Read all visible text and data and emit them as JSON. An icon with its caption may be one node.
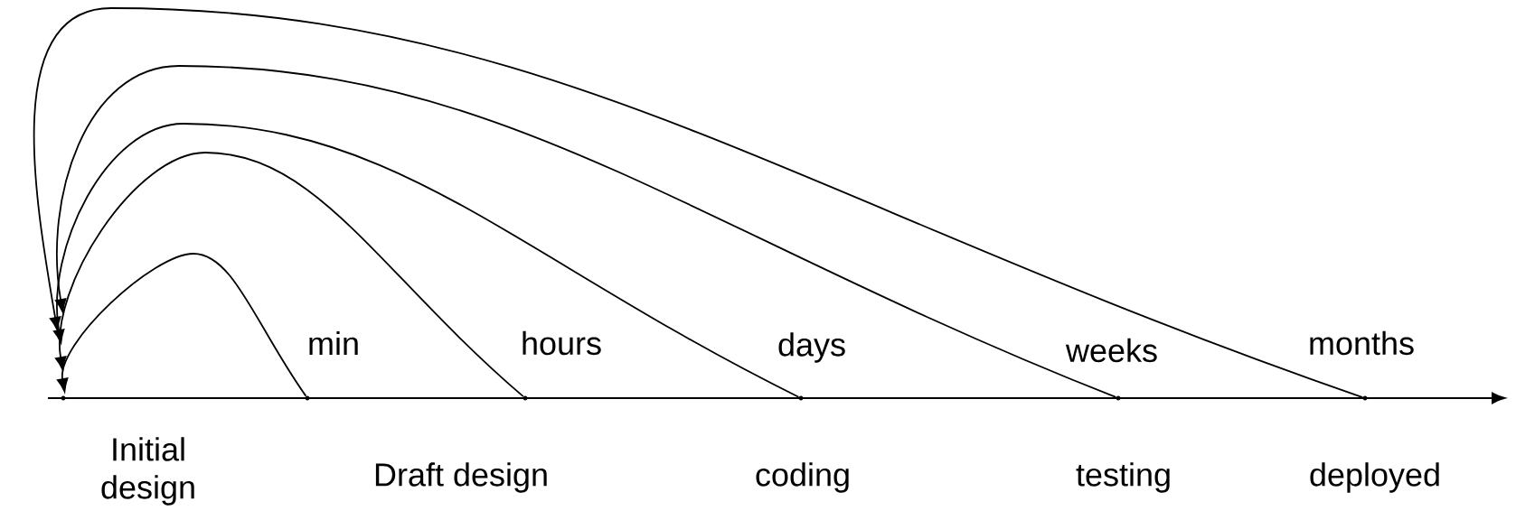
{
  "diagram": {
    "nodes": [
      {
        "text": [],
        "shape": "point"
      },
      {
        "text": [],
        "shape": "point",
        "beside": [
          "min"
        ]
      },
      {
        "text": [],
        "shape": "point",
        "beside": [
          "hours"
        ]
      },
      {
        "text": [],
        "shape": "point",
        "beside": [
          "days"
        ]
      },
      {
        "text": [],
        "shape": "point",
        "beside": [
          "weeks"
        ]
      },
      {
        "text": [],
        "shape": "point",
        "beside": [
          "months"
        ]
      }
    ],
    "edges": [
      {
        "from": 1,
        "to": 0,
        "arrow": "to"
      },
      {
        "from": 2,
        "to": 0,
        "arrow": "to"
      },
      {
        "from": 3,
        "to": 0,
        "arrow": "to"
      },
      {
        "from": 4,
        "to": 0,
        "arrow": "to"
      },
      {
        "from": 5,
        "to": 0,
        "arrow": "to"
      }
    ],
    "labels": [
      "Initial design",
      "Draft design",
      "coding",
      "testing",
      "deployed"
    ]
  }
}
